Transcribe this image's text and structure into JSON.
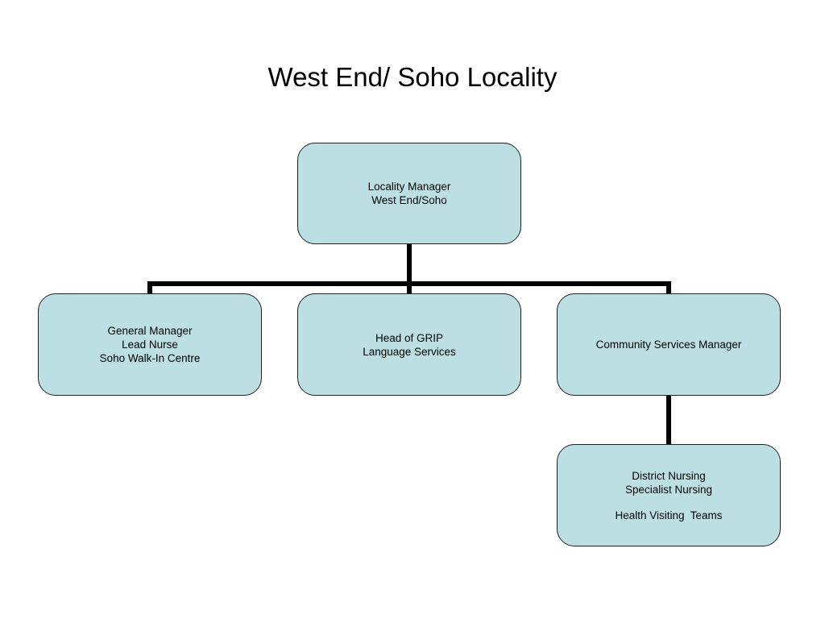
{
  "title": "West End/ Soho Locality",
  "nodes": {
    "locality_manager": {
      "lines": [
        "Locality Manager",
        "West End/Soho"
      ]
    },
    "general_manager": {
      "lines": [
        "General Manager",
        "Lead Nurse",
        "Soho Walk-In Centre"
      ]
    },
    "head_of_grip": {
      "lines": [
        "Head of GRIP",
        "Language Services"
      ]
    },
    "community_services_manager": {
      "lines": [
        "Community Services Manager"
      ]
    },
    "district_nursing": {
      "lines": [
        "District Nursing",
        "Specialist Nursing",
        "Health Visiting  Teams"
      ]
    }
  },
  "colors": {
    "box_fill": "#bbdfe3",
    "box_border": "#222222",
    "connector": "#000000"
  }
}
